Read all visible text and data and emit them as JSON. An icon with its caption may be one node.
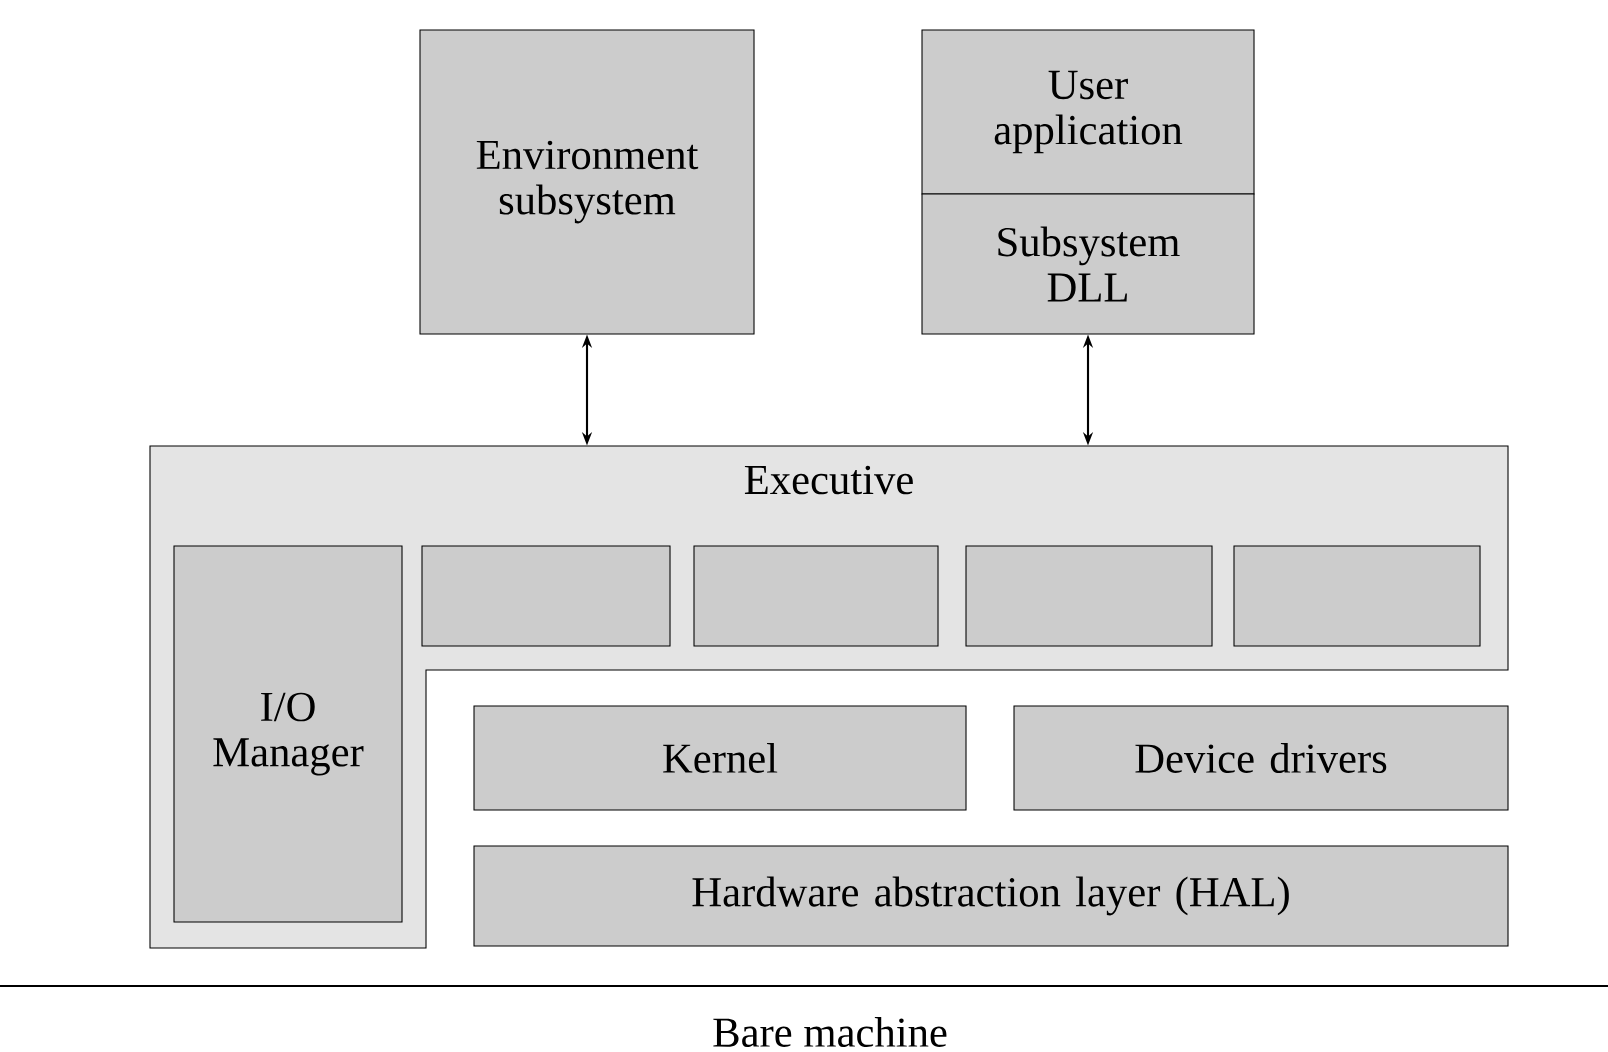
{
  "diagram": {
    "nodes": [
      {
        "text": [
          "Environment subsystem"
        ]
      },
      {
        "text": [
          "User application"
        ]
      },
      {
        "text": [
          "Subsystem DLL"
        ]
      },
      {
        "text": [
          "Executive"
        ]
      },
      {
        "text": [
          "I/O Manager"
        ],
        "in": 3
      },
      {
        "text": [],
        "shape": "box",
        "in": 3
      },
      {
        "text": [],
        "shape": "box",
        "in": 3
      },
      {
        "text": [],
        "shape": "box",
        "in": 3
      },
      {
        "text": [],
        "shape": "box",
        "in": 3
      },
      {
        "text": [
          "Kernel"
        ]
      },
      {
        "text": [
          "Device drivers"
        ]
      },
      {
        "text": [
          "Hardware abstraction layer (HAL)"
        ]
      }
    ],
    "edges": [
      {
        "from": 0,
        "to": 3,
        "arrow": "both"
      },
      {
        "from": 2,
        "to": 3,
        "arrow": "both"
      }
    ],
    "labels": [
      "Bare machine"
    ]
  }
}
